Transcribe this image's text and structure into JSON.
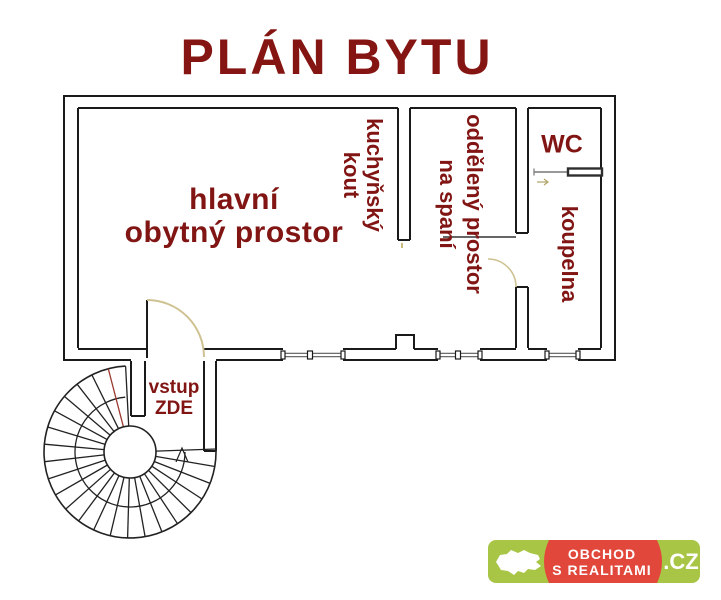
{
  "title": "PLÁN BYTU",
  "colors": {
    "label_maroon": "#801513",
    "title_maroon": "#851512",
    "wall_black": "#1a1a1a",
    "door_arc_tan": "#cfc292",
    "stair_red": "#9c3a30",
    "logo_green": "#a8c546",
    "logo_red": "#e2473c"
  },
  "rooms": {
    "main": {
      "line1": "hlavní",
      "line2": "obytný prostor"
    },
    "kitchen": {
      "line1": "kuchyňský",
      "line2": "kout"
    },
    "sleeping": {
      "line1": "oddělený prostor",
      "line2": "na spaní"
    },
    "wc": {
      "label": "WC"
    },
    "bathroom": {
      "label": "koupelna"
    },
    "entrance": {
      "line1": "vstup",
      "line2": "ZDE"
    }
  },
  "logo": {
    "line1": "OBCHOD",
    "line2": "S REALITAMI",
    "tld": ".CZ"
  }
}
